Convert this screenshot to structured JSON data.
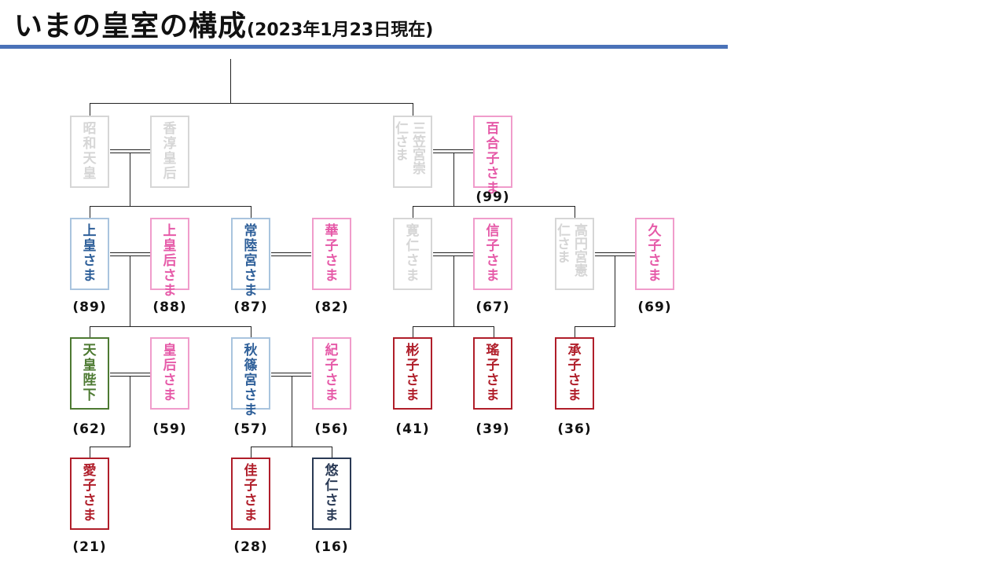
{
  "title": {
    "main": "いまの皇室の構成",
    "sub": "(2023年1月23日現在)"
  },
  "colors": {
    "deceased": "#d6d6d6",
    "male_line": "#2e5f99",
    "male_border": "#a9c4de",
    "female_spouse": "#e65aa8",
    "female_border": "#f09ccb",
    "emperor": "#4d7a32",
    "princess": "#b01e2a",
    "heir": "#2a3a55",
    "rule": "#4a72b8"
  },
  "people": [
    {
      "id": "showa",
      "name": "昭和天皇",
      "age": "",
      "style": "deceased",
      "col": 0,
      "gen": 0
    },
    {
      "id": "kojun",
      "name": "香淳皇后",
      "age": "",
      "style": "deceased",
      "col": 1,
      "gen": 0
    },
    {
      "id": "mikasa",
      "name": "三笠宮崇仁さま",
      "age": "",
      "style": "deceased",
      "col": 4,
      "gen": 0
    },
    {
      "id": "yuriko",
      "name": "百合子さま",
      "age": "(99)",
      "style": "female",
      "col": 5,
      "gen": 0
    },
    {
      "id": "joko",
      "name": "上皇さま",
      "age": "(89)",
      "style": "male",
      "col": 0,
      "gen": 1
    },
    {
      "id": "jokogo",
      "name": "上皇后さま",
      "age": "(88)",
      "style": "female",
      "col": 1,
      "gen": 1
    },
    {
      "id": "hitachi",
      "name": "常陸宮さま",
      "age": "(87)",
      "style": "male",
      "col": 2,
      "gen": 1
    },
    {
      "id": "hanako",
      "name": "華子さま",
      "age": "(82)",
      "style": "female",
      "col": 3,
      "gen": 1
    },
    {
      "id": "tomohito",
      "name": "寛仁さま",
      "age": "",
      "style": "deceased",
      "col": 4,
      "gen": 1
    },
    {
      "id": "nobuko",
      "name": "信子さま",
      "age": "(67)",
      "style": "female",
      "col": 5,
      "gen": 1
    },
    {
      "id": "takamado",
      "name": "高円宮憲仁さま",
      "age": "",
      "style": "deceased",
      "col": 6,
      "gen": 1
    },
    {
      "id": "hisako",
      "name": "久子さま",
      "age": "(69)",
      "style": "female",
      "col": 7,
      "gen": 1
    },
    {
      "id": "tenno",
      "name": "天皇陛下",
      "age": "(62)",
      "style": "emperor",
      "col": 0,
      "gen": 2
    },
    {
      "id": "kogo",
      "name": "皇后さま",
      "age": "(59)",
      "style": "female",
      "col": 1,
      "gen": 2
    },
    {
      "id": "akishino",
      "name": "秋篠宮さま",
      "age": "(57)",
      "style": "male",
      "col": 2,
      "gen": 2
    },
    {
      "id": "kiko",
      "name": "紀子さま",
      "age": "(56)",
      "style": "female",
      "col": 3,
      "gen": 2
    },
    {
      "id": "akiko",
      "name": "彬子さま",
      "age": "(41)",
      "style": "princess",
      "col": 4,
      "gen": 2
    },
    {
      "id": "yoko",
      "name": "瑤子さま",
      "age": "(39)",
      "style": "princess",
      "col": 5,
      "gen": 2
    },
    {
      "id": "tsuguko",
      "name": "承子さま",
      "age": "(36)",
      "style": "princess",
      "col": 6,
      "gen": 2
    },
    {
      "id": "aiko",
      "name": "愛子さま",
      "age": "(21)",
      "style": "princess",
      "col": 0,
      "gen": 3
    },
    {
      "id": "kako",
      "name": "佳子さま",
      "age": "(28)",
      "style": "princess",
      "col": 2,
      "gen": 3
    },
    {
      "id": "hisahito",
      "name": "悠仁さま",
      "age": "(16)",
      "style": "heir",
      "col": 3,
      "gen": 3
    }
  ]
}
